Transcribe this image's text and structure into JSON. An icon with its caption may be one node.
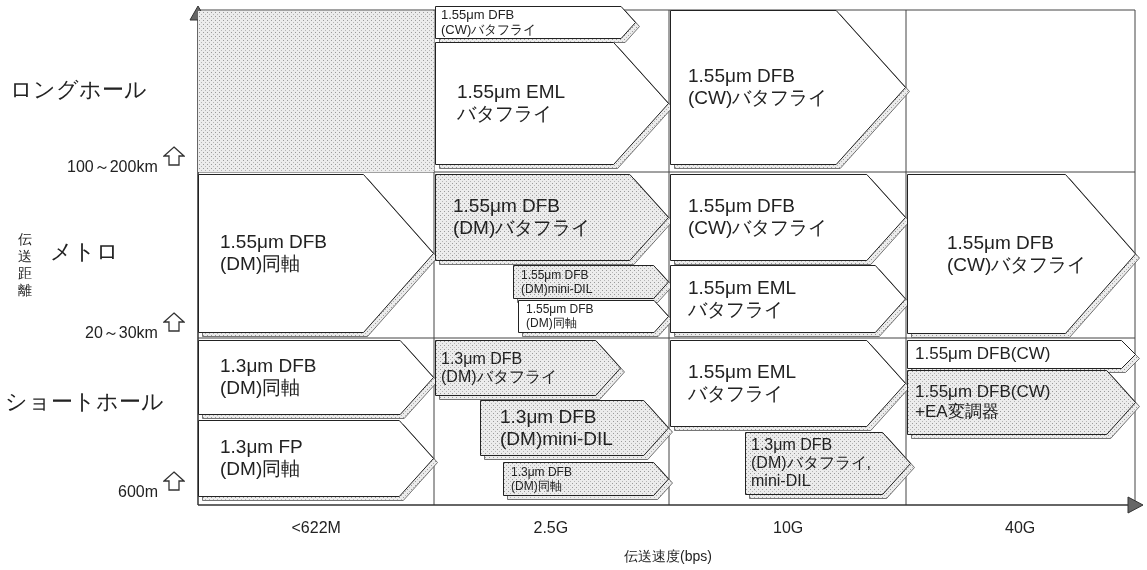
{
  "diagram": {
    "nodes": [
      {
        "text": [],
        "shape": "box"
      },
      {
        "text": [
          "1.55μm DFB (CW)バタフライ"
        ]
      },
      {
        "text": [
          "1.55μm EML バタフライ"
        ]
      },
      {
        "text": [
          "1.55μm DFB (CW)バタフライ"
        ]
      },
      {
        "text": [
          "1.55μm DFB (DM)同軸"
        ]
      },
      {
        "text": [
          "1.55μm DFB (DM)バタフライ"
        ]
      },
      {
        "text": [
          "1.55μm DFB (DM)mini-DIL"
        ]
      },
      {
        "text": [
          "1.55μm DFB (DM)同軸"
        ]
      },
      {
        "text": [
          "1.55μm DFB (CW)バタフライ"
        ]
      },
      {
        "text": [
          "1.55μm EML バタフライ"
        ]
      },
      {
        "text": [
          "1.55μm DFB (CW)バタフライ"
        ]
      },
      {
        "text": [
          "1.3μm DFB (DM)同軸"
        ]
      },
      {
        "text": [
          "1.3μm FP (DM)同軸"
        ]
      },
      {
        "text": [
          "1.3μm DFB (DM)バタフライ"
        ]
      },
      {
        "text": [
          "1.3μm DFB (DM)mini-DIL"
        ]
      },
      {
        "text": [
          "1.3μm DFB (DM)同軸"
        ]
      },
      {
        "text": [
          "1.55μm EML バタフライ"
        ]
      },
      {
        "text": [
          "1.3μm DFB (DM)バタフライ, mini-DIL"
        ]
      },
      {
        "text": [
          "1.55μm DFB(CW)"
        ]
      },
      {
        "text": [
          "1.55μm DFB(CW) +EA変調器"
        ]
      }
    ],
    "labels": [
      "ロングホール",
      "100～200km",
      "伝送距離",
      "メトロ",
      "20～30km",
      "ショートホール",
      "600m",
      "<622M",
      "2.5G",
      "10G",
      "40G",
      "伝送速度(bps)"
    ]
  }
}
